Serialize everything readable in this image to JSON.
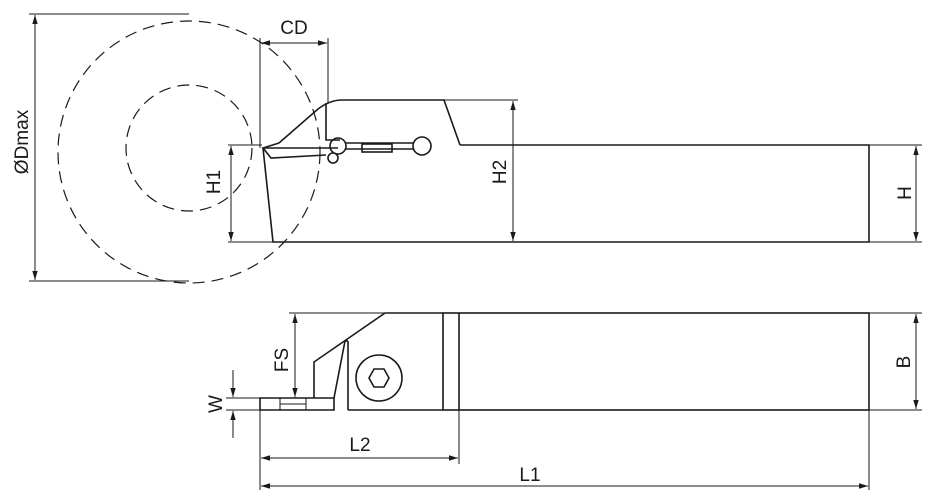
{
  "labels": {
    "cd": "CD",
    "dmax": "ØDmax",
    "h1": "H1",
    "h2": "H2",
    "h": "H",
    "fs": "FS",
    "w": "W",
    "b": "B",
    "l2": "L2",
    "l1": "L1"
  }
}
